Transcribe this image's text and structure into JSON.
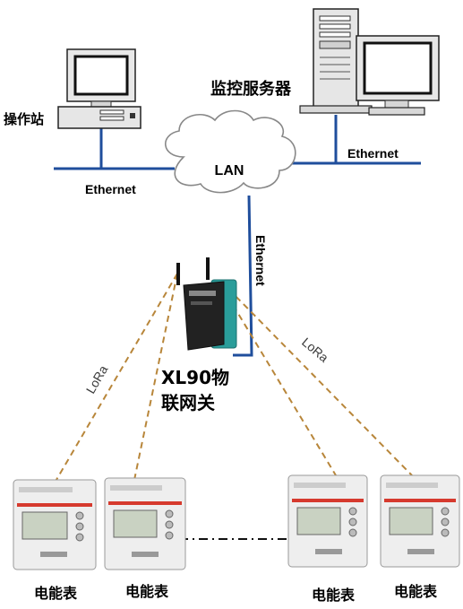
{
  "labels": {
    "operator_station": "操作站",
    "monitoring_server": "监控服务器",
    "lan": "LAN",
    "ethernet_left": "Ethernet",
    "ethernet_right": "Ethernet",
    "ethernet_vertical": "Ethernet",
    "lora_left": "LoRa",
    "lora_right": "LoRa",
    "gateway_line1": "XL90物",
    "gateway_line2": "联网关",
    "meter_1": "电能表",
    "meter_2": "电能表",
    "meter_3": "电能表",
    "meter_4": "电能表"
  },
  "colors": {
    "ethernet_line": "#1f4e9c",
    "lora_line": "#b8863a",
    "gateway_body": "#222222",
    "gateway_side": "#2a9d9a",
    "meter_body": "#eeeeee",
    "meter_lcd": "#c9d2c2",
    "meter_stripe": "#d63a2e"
  }
}
